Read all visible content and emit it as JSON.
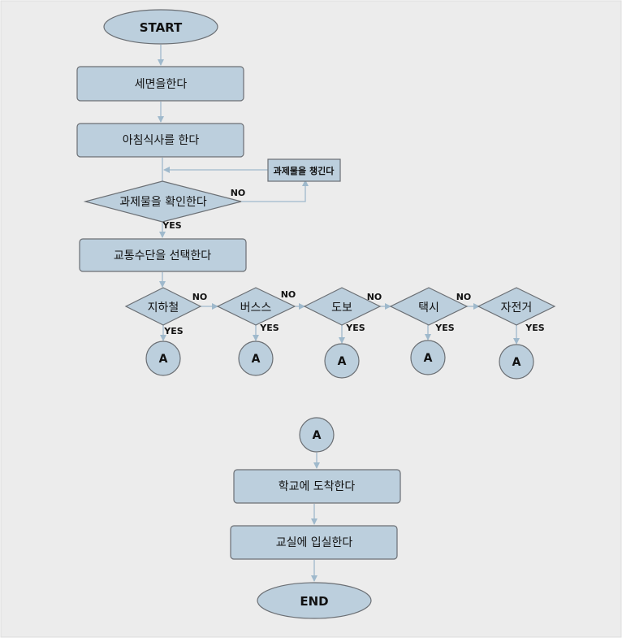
{
  "colors": {
    "page_bg": "#ececec",
    "shape_fill": "#bccfdd",
    "shape_stroke": "#6b6f74",
    "connector": "#9fb9cc",
    "text": "#111111"
  },
  "nodes": {
    "start": "START",
    "wash": "세면을한다",
    "breakfast": "아침식사를 한다",
    "check_homework": "과제물을 확인한다",
    "pack_homework": "과제물을 챙긴다",
    "select_transport": "교통수단을 선택한다",
    "subway": "지하철",
    "bus": "버스스",
    "walk": "도보",
    "taxi": "택시",
    "bicycle": "자전거",
    "connector_a": "A",
    "arrive_school": "학교에 도착한다",
    "enter_classroom": "교실에 입실한다",
    "end": "END"
  },
  "edge_labels": {
    "yes": "YES",
    "no": "NO"
  }
}
